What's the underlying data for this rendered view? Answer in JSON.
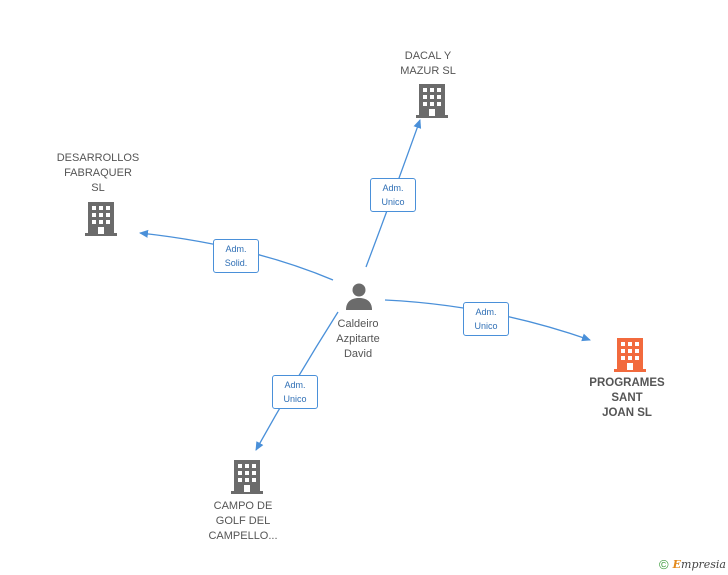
{
  "center": {
    "name": "Caldeiro\nAzpitarte\nDavid"
  },
  "companies": {
    "dacal": {
      "name": "DACAL Y\nMAZUR SL"
    },
    "desarrollos": {
      "name": "DESARROLLOS\nFABRAQUER\nSL"
    },
    "programes": {
      "name": "PROGRAMES\nSANT\nJOAN SL"
    },
    "campo": {
      "name": "CAMPO DE\nGOLF DEL\nCAMPELLO..."
    }
  },
  "relations": {
    "dacal": "Adm.\nUnico",
    "desarrollos": "Adm.\nSolid.",
    "programes": "Adm.\nUnico",
    "campo": "Adm.\nUnico"
  },
  "colors": {
    "edge": "#4a90d9",
    "building": "#6b6b6b",
    "building_highlight": "#f26a3d",
    "person": "#6b6b6b"
  },
  "footer": {
    "copyright": "©",
    "brand_initial": "E",
    "brand_rest": "mpresia"
  }
}
